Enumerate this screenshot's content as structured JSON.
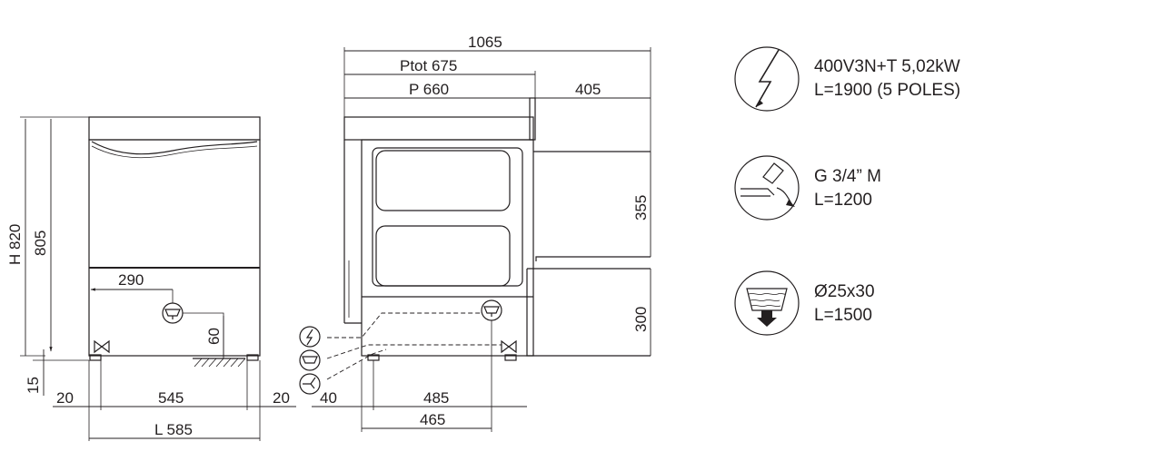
{
  "front_view": {
    "height_total": "H 820",
    "height_body": "805",
    "feet_height": "15",
    "drain_offset_x": "290",
    "drain_height": "60",
    "side_clear_left": "20",
    "inner_width": "545",
    "side_clear_right": "20",
    "overall_width": "L 585"
  },
  "side_view": {
    "overall_depth": "1065",
    "depth_with_handle": "Ptot 675",
    "depth": "P 660",
    "door_open": "405",
    "upper_height": "355",
    "lower_height": "300",
    "wall_offset": "40",
    "drain_position": "485",
    "body_base": "465"
  },
  "legend": [
    {
      "icon": "electric-icon",
      "line1": "400V3N+T 5,02kW",
      "line2": "L=1900 (5 POLES)"
    },
    {
      "icon": "water-inlet-icon",
      "line1": "G 3/4” M",
      "line2": "L=1200"
    },
    {
      "icon": "drain-icon",
      "line1": "Ø25x30",
      "line2": "L=1500"
    }
  ]
}
